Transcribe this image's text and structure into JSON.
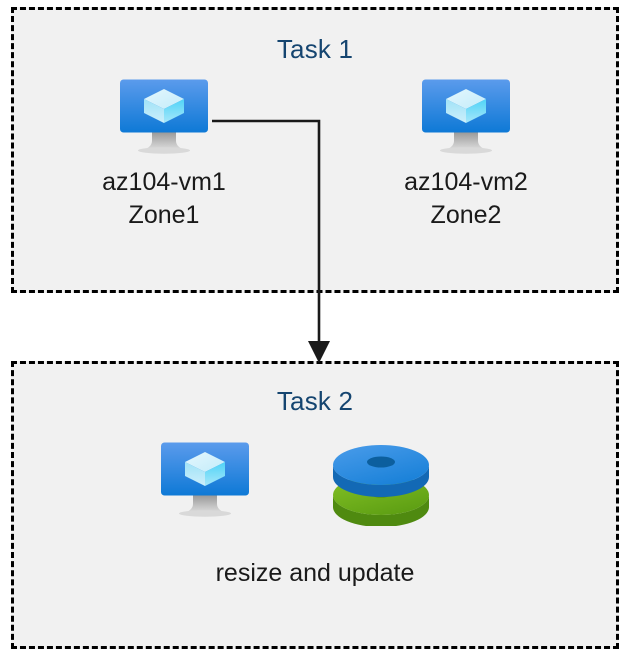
{
  "diagram": {
    "type": "azure-task-flow-diagram",
    "background_color": "#ffffff",
    "panel_fill": "#f1f1f1",
    "panel_border_color": "#000000",
    "title_color": "#154570",
    "label_color": "#1a1a1a",
    "accent_blue": "#0f7ddb",
    "accent_green": "#6aa81f"
  },
  "task1": {
    "title": "Task 1",
    "nodes": [
      {
        "icon": "virtual-machine-icon",
        "name_line": "az104-vm1",
        "zone_line": "Zone1"
      },
      {
        "icon": "virtual-machine-icon",
        "name_line": "az104-vm2",
        "zone_line": "Zone2"
      }
    ]
  },
  "task2": {
    "title": "Task 2",
    "nodes": [
      {
        "icon": "virtual-machine-icon"
      },
      {
        "icon": "managed-disks-icon"
      }
    ],
    "caption": "resize and update"
  },
  "connector": {
    "from": "az104-vm1",
    "to": "Task 2",
    "style": "orthogonal-arrow",
    "color": "#1a1a1a",
    "arrowhead": "filled-triangle-down"
  }
}
